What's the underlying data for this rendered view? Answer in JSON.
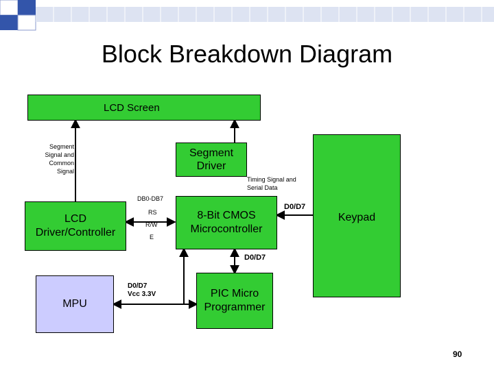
{
  "slide": {
    "title": "Block Breakdown Diagram",
    "page_number": "90"
  },
  "blocks": {
    "lcd_screen": "LCD Screen",
    "segment_driver": "Segment Driver",
    "lcd_controller": "LCD Driver/Controller",
    "microcontroller": "8-Bit CMOS Microcontroller",
    "keypad": "Keypad",
    "mpu": "MPU",
    "pic_programmer": "PIC Micro Programmer"
  },
  "labels": {
    "segment_common": "Segment Signal and Common Signal",
    "timing_serial": "Timing Signal and Serial Data",
    "db_bus": "DB0-DB7",
    "rs": "RS",
    "rw": "R/W",
    "e": "E",
    "keypad_bus": "D0/D7",
    "programmer_bus": "D0/D7",
    "mpu_bus": "D0/D7",
    "mpu_voltage": "Vcc 3.3V"
  },
  "colors": {
    "block_green": "#33cc33",
    "mpu_fill": "#ccccff",
    "header_accent": "#3355aa"
  }
}
